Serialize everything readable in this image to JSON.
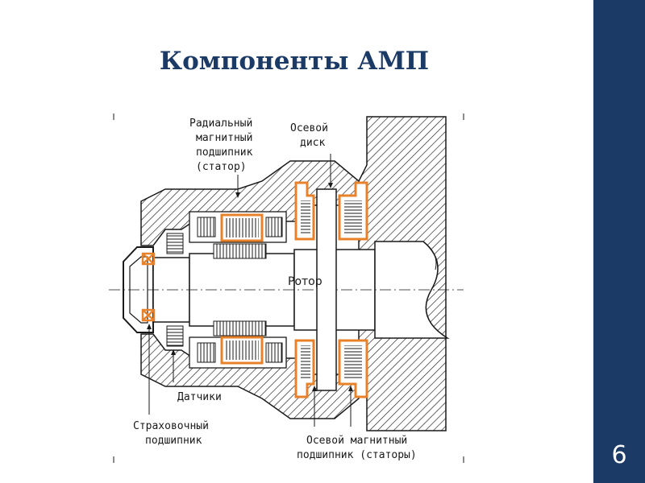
{
  "slide": {
    "title": "Компоненты АМП",
    "page_number": "6"
  },
  "diagram": {
    "labels": {
      "radial_bearing": [
        "Радиальный",
        "магнитный",
        "подшипник",
        "(статор)"
      ],
      "axial_disk": [
        "Осевой",
        "диск"
      ],
      "rotor": "Ротор",
      "sensors": "Датчики",
      "safety_bearing": [
        "Страховочный",
        "подшипник"
      ],
      "axial_bearing": [
        "Осевой магнитный",
        "подшипник (статоры)"
      ]
    },
    "colors": {
      "highlight": "#e8822a",
      "ink": "#1a1a1a",
      "accent": "#1b3a66"
    }
  }
}
